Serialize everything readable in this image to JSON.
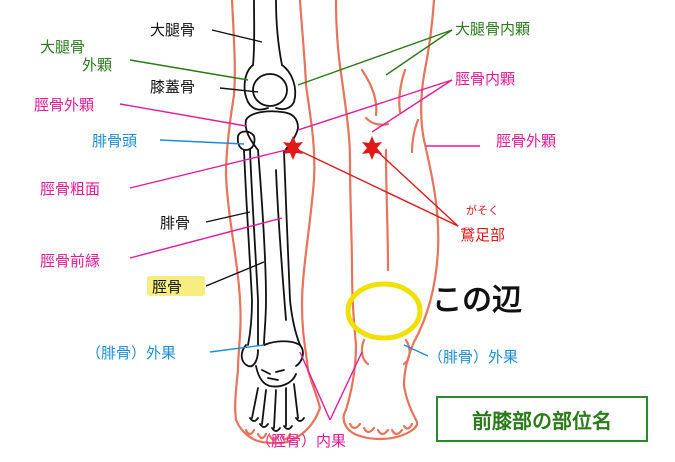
{
  "labels": {
    "femur": "大腿骨",
    "lateral_condyle_femur_1": "大腿骨",
    "lateral_condyle_femur_2": "外顆",
    "patella": "膝蓋骨",
    "lateral_condyle_tibia_left": "脛骨外顆",
    "fibula_head": "腓骨頭",
    "tibial_tuberosity": "脛骨粗面",
    "fibula": "腓骨",
    "anterior_border": "脛骨前縁",
    "tibia": "脛骨",
    "lateral_malleolus_left": "（腓骨）外果",
    "medial_condyle_femur": "大腿骨内顆",
    "medial_condyle_tibia": "脛骨内顆",
    "lateral_condyle_tibia_right": "脛骨外顆",
    "pes_anserinus_reading": "がそく",
    "pes_anserinus": "鵞足部",
    "handwritten_note": "この辺",
    "lateral_malleolus_right": "（腓骨）外果",
    "medial_malleolus": "（脛骨）内果"
  },
  "title": "前膝部の部位名",
  "colors": {
    "leg_outline": "#e8735a",
    "black_label": "#111111",
    "green_label": "#2a7a1a",
    "magenta_label": "#e6199a",
    "blue_label": "#1a8fd6",
    "red_label": "#e01818",
    "highlight_circle": "#f0e000",
    "highlight_label_bg": "#f6ee80",
    "title_border": "#2a8a2a"
  },
  "icons": [
    "left-leg-skeleton-illustration",
    "right-leg-illustration",
    "star-marker-icon",
    "highlight-circle"
  ]
}
